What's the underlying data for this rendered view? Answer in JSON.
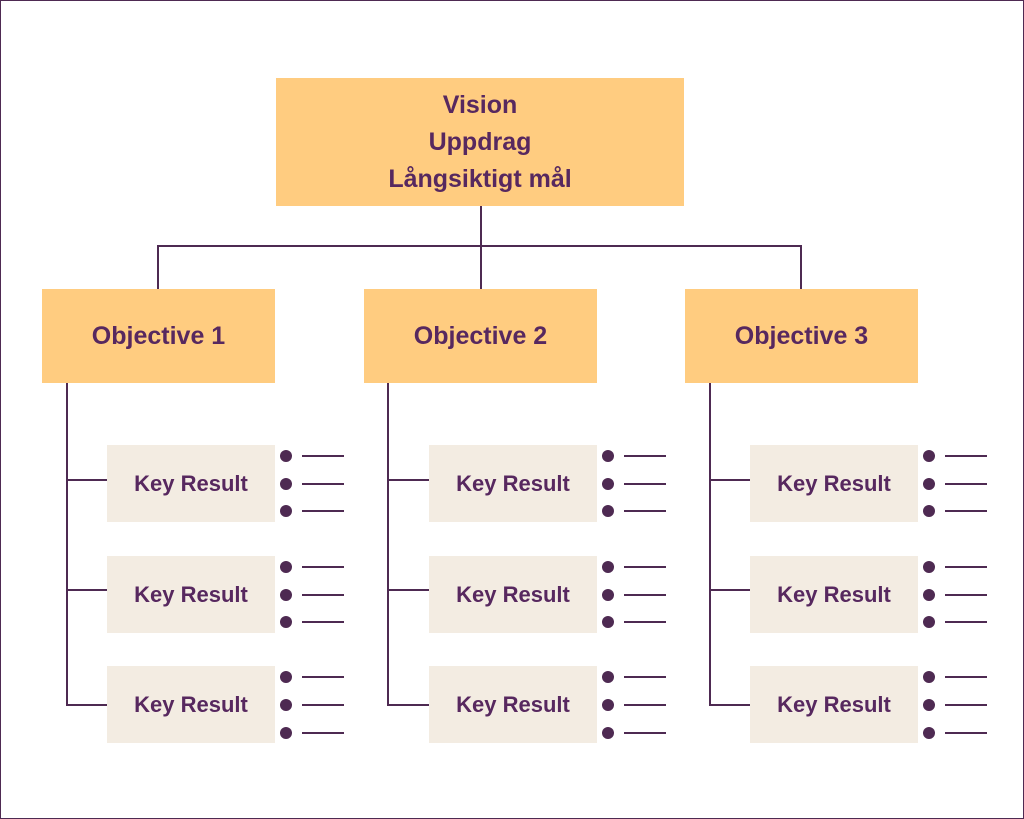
{
  "vision": {
    "lines": [
      "Vision",
      "Uppdrag",
      "Långsiktigt mål"
    ]
  },
  "objectives": [
    {
      "label": "Objective 1",
      "key_results": [
        "Key Result",
        "Key Result",
        "Key Result"
      ]
    },
    {
      "label": "Objective 2",
      "key_results": [
        "Key Result",
        "Key Result",
        "Key Result"
      ]
    },
    {
      "label": "Objective 3",
      "key_results": [
        "Key Result",
        "Key Result",
        "Key Result"
      ]
    }
  ],
  "colors": {
    "primary_box": "#ffcc80",
    "key_result_box": "#f3ece2",
    "text": "#57285f",
    "lines": "#4e2a52"
  }
}
